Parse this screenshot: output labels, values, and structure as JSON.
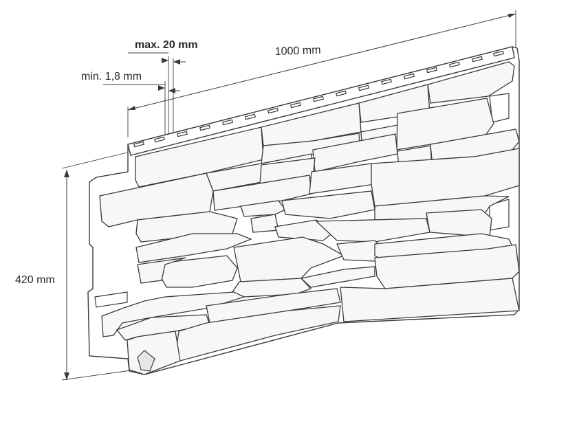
{
  "dimensions": {
    "max_gap": "max. 20 mm",
    "min_thickness": "min. 1,8 mm",
    "width": "1000 mm",
    "height": "420 mm"
  },
  "colors": {
    "line": "#3a3a3a",
    "stone_fill": "#f7f7f7",
    "background": "#ffffff"
  }
}
